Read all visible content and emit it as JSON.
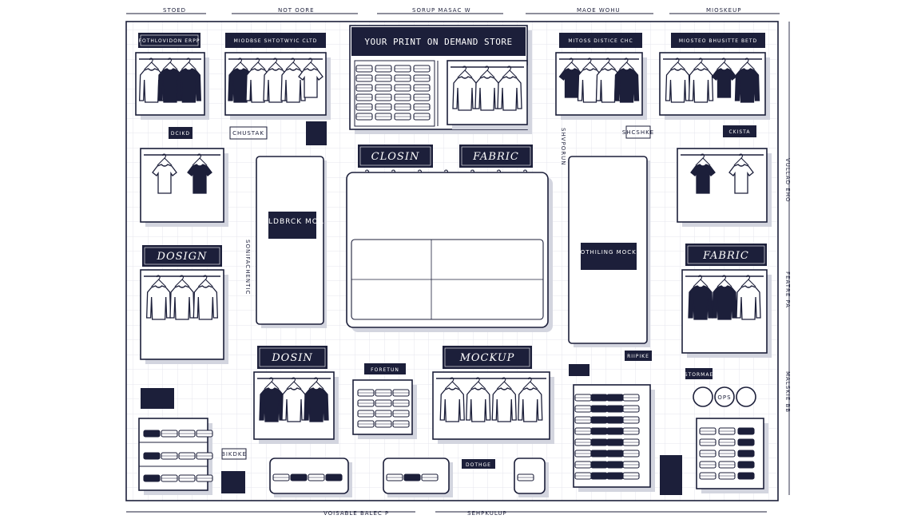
{
  "store_title": "YOUR PRINT ON DEMAND STORE",
  "top_dimensions": [
    "STOED",
    "NOT OORE",
    "SORUP MASAC W",
    "MAOE WOHU",
    "MIOSKEUP"
  ],
  "bottom_dimensions": [
    "VOISABLE BALEC P",
    "SEHPKULUP"
  ],
  "signs": {
    "top_left": "FOTHLOVIDON ERPP",
    "top_left_2": "MIODBSE SHTOTWYIC CLTD",
    "top_right_1": "MITOSS DISTICE CHC",
    "top_right_2": "MIOSTEO BHUSITTE BETD",
    "island_left": "CLOSIN",
    "island_right": "FABRIC",
    "cabinet_left": "PILDBRCK MOR",
    "design_left": "DOSIGN",
    "cabinet_right": "CLOTHILING MOCKUP",
    "fabric_right": "FABRIC",
    "design_bottom": "DOSIN",
    "mockup_bottom": "MOCKUP",
    "ops": "OPS"
  },
  "small_labels": {
    "a": "DCIKD",
    "b": "CHUSTAK",
    "c": "SHCSHKE",
    "d": "CKISTA",
    "e": "FORETUN",
    "f": "DOTHGE",
    "g": "STORMAE",
    "h": "BIKDKE",
    "i": "RIIPIKE"
  },
  "side_labels_right": [
    "VULLAD EHO",
    "FEATRE PA",
    "MALSKIE BB"
  ],
  "side_labels_left": [
    "SONIFACHENTIC",
    "SHVPORUN"
  ],
  "colors": {
    "ink": "#1c1f3a",
    "shadow": "#d3d5df",
    "grid": "#e4e6ee",
    "paper": "#ffffff"
  }
}
